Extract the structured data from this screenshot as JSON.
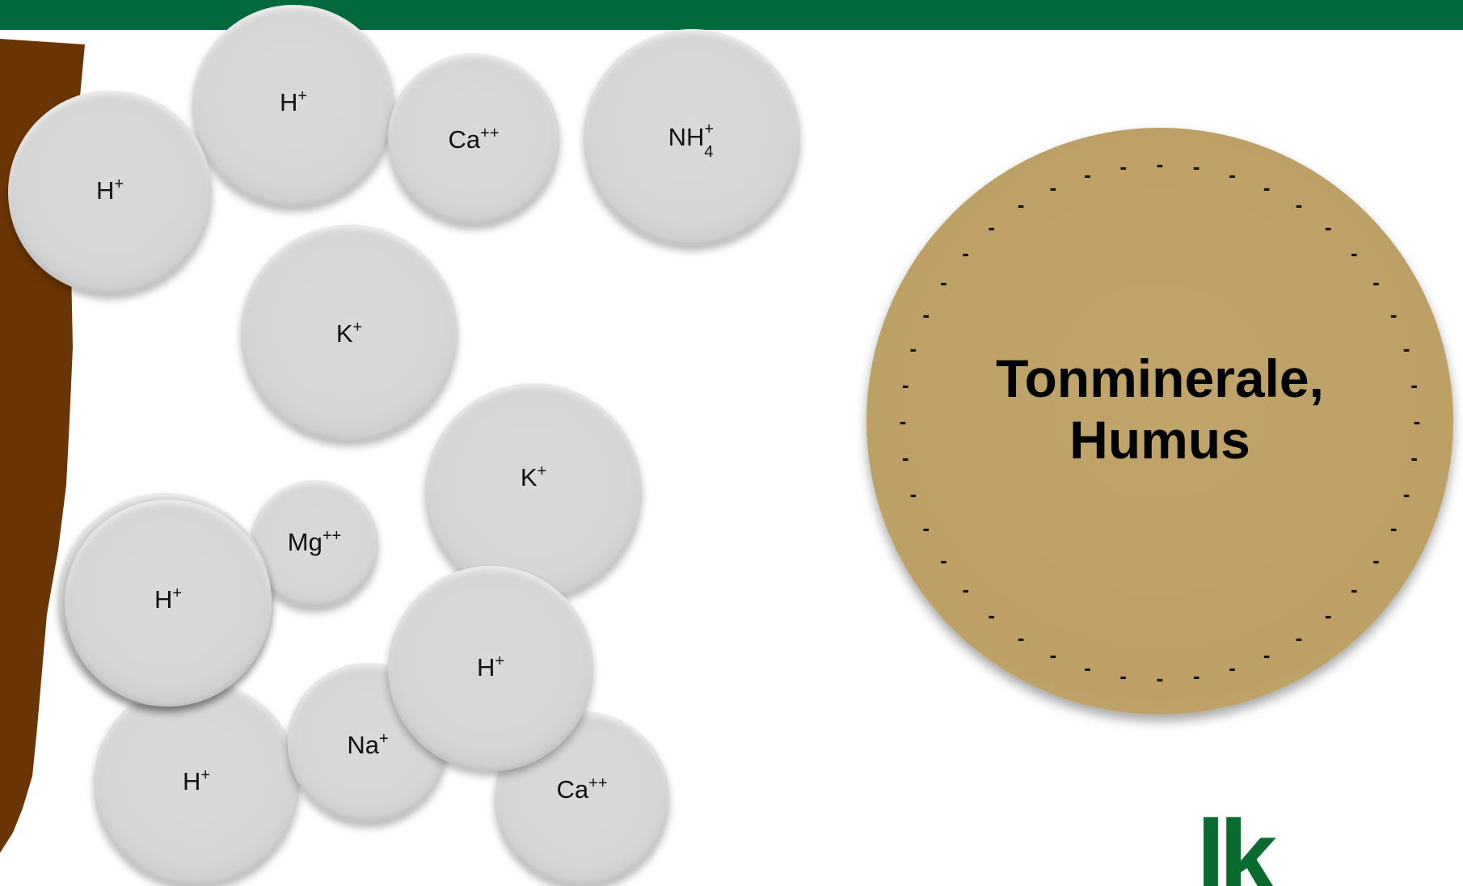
{
  "colors": {
    "top_bar": "#006a3d",
    "soil_particle": "#6b3503",
    "ion_sphere": "#d6d6d6",
    "clay_humus": "#bda066",
    "logo": "#0a6b2e"
  },
  "ions": [
    {
      "id": "h-1",
      "base": "H",
      "sup": "+"
    },
    {
      "id": "h-2",
      "base": "H",
      "sup": "+"
    },
    {
      "id": "ca-1",
      "base": "Ca",
      "sup": "++"
    },
    {
      "id": "nh4",
      "base": "NH",
      "sub": "4",
      "sup": "+"
    },
    {
      "id": "k-1",
      "base": "K",
      "sup": "+"
    },
    {
      "id": "k-2",
      "base": "K",
      "sup": "+"
    },
    {
      "id": "mg",
      "base": "Mg",
      "sup": "++"
    },
    {
      "id": "h-3",
      "base": "H",
      "sup": "+"
    },
    {
      "id": "h-4",
      "base": "H",
      "sup": "+"
    },
    {
      "id": "na",
      "base": "Na",
      "sup": "+"
    },
    {
      "id": "h-5",
      "base": "H",
      "sup": "+"
    },
    {
      "id": "ca-2",
      "base": "Ca",
      "sup": "++"
    }
  ],
  "clay_humus": {
    "line1": "Tonminerale,",
    "line2": "Humus",
    "charge_symbol": "-",
    "charge_count": 44
  },
  "logo": {
    "text": "lk"
  }
}
